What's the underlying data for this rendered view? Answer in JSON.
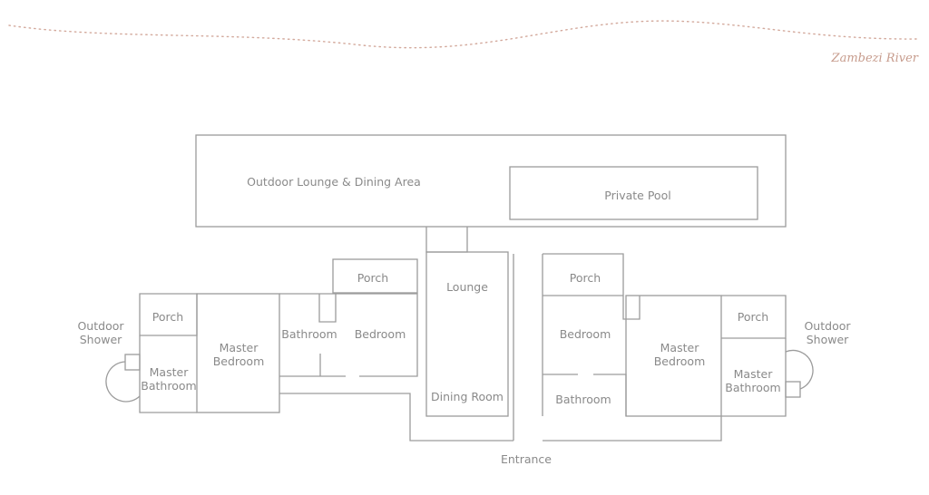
{
  "river_label": "Zambezi River",
  "rooms": {
    "outdoor_lounge": "Outdoor Lounge & Dining Area",
    "private_pool": "Private Pool",
    "lounge": "Lounge",
    "dining_room": "Dining Room",
    "entrance": "Entrance",
    "left": {
      "porch_upper": "Porch",
      "porch": "Porch",
      "bathroom": "Bathroom",
      "bedroom": "Bedroom",
      "master_bedroom_line1": "Master",
      "master_bedroom_line2": "Bedroom",
      "master_bathroom_line1": "Master",
      "master_bathroom_line2": "Bathroom",
      "outdoor_shower_line1": "Outdoor",
      "outdoor_shower_line2": "Shower"
    },
    "right": {
      "porch_upper": "Porch",
      "porch": "Porch",
      "bedroom": "Bedroom",
      "bathroom": "Bathroom",
      "master_bedroom_line1": "Master",
      "master_bedroom_line2": "Bedroom",
      "master_bathroom_line1": "Master",
      "master_bathroom_line2": "Bathroom",
      "outdoor_shower_line1": "Outdoor",
      "outdoor_shower_line2": "Shower"
    }
  }
}
